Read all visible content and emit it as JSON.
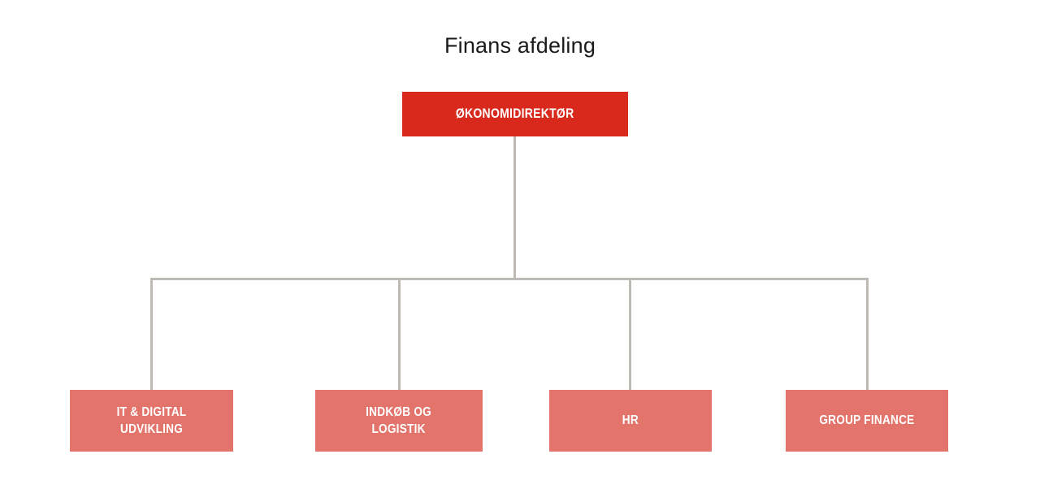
{
  "title": "Finans afdeling",
  "colors": {
    "background": "#ffffff",
    "title_text": "#1b1b1b",
    "root_node_fill": "#d8291c",
    "child_node_fill": "#e2746b",
    "node_text": "#ffffff",
    "connector_line": "#bdb9b3"
  },
  "org_chart": {
    "root": {
      "label": "ØKONOMIDIREKTØR"
    },
    "children": [
      {
        "label": "IT & DIGITAL UDVIKLING",
        "lines": [
          "IT & DIGITAL",
          "UDVIKLING"
        ]
      },
      {
        "label": "INDKØB OG LOGISTIK",
        "lines": [
          "INDKØB OG",
          "LOGISTIK"
        ]
      },
      {
        "label": "HR",
        "lines": [
          "HR"
        ]
      },
      {
        "label": "GROUP FINANCE",
        "lines": [
          "GROUP FINANCE"
        ]
      }
    ]
  }
}
